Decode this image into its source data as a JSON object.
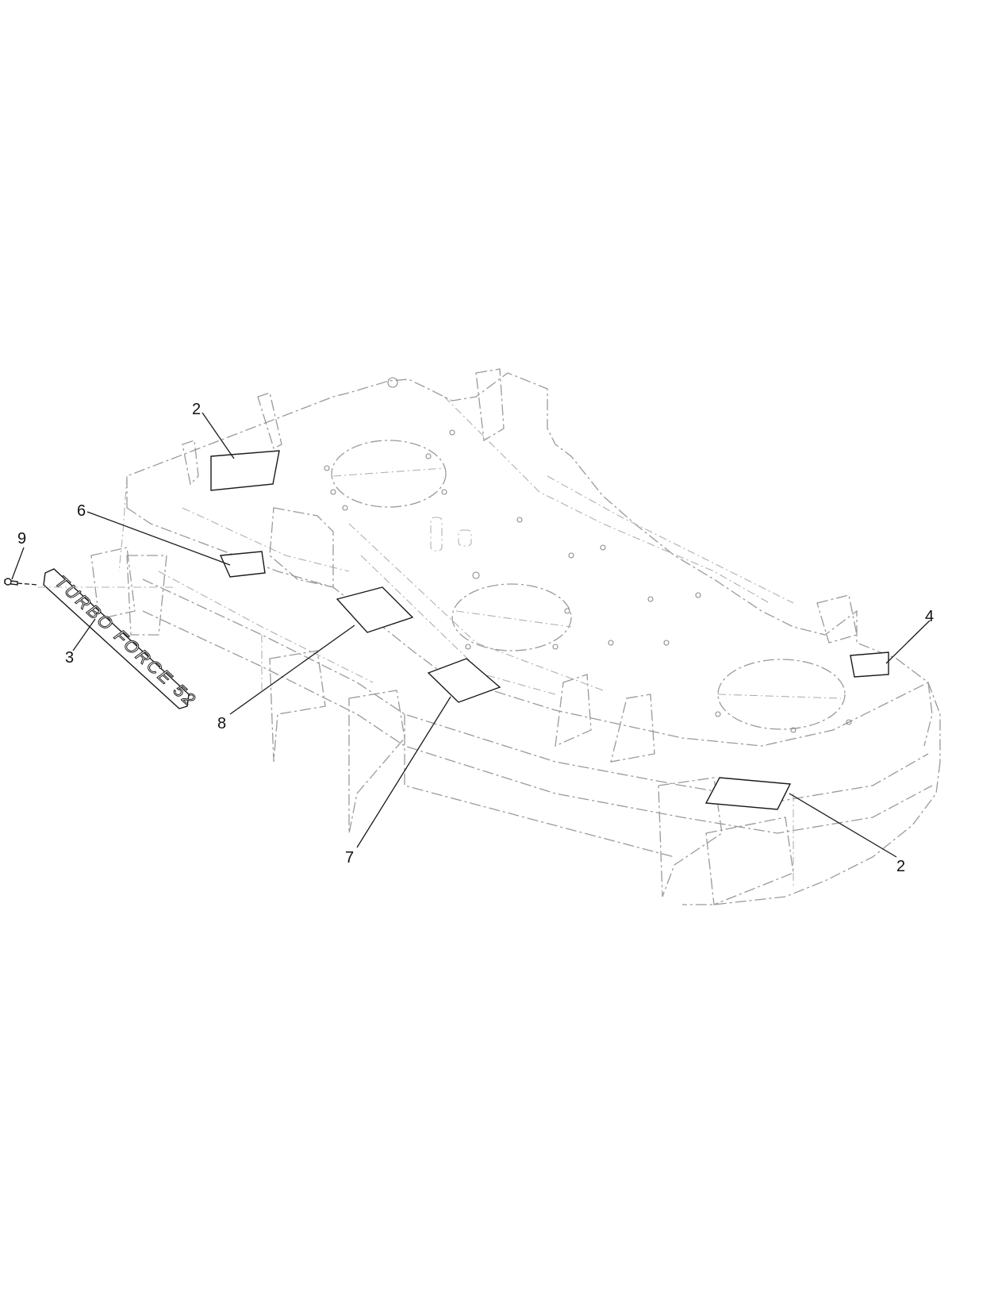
{
  "callouts": {
    "c2a": "2",
    "c6": "6",
    "c9": "9",
    "c3": "3",
    "c8": "8",
    "c7": "7",
    "c4": "4",
    "c2b": "2"
  },
  "plate": {
    "text": "TURBO FORCE 52"
  }
}
